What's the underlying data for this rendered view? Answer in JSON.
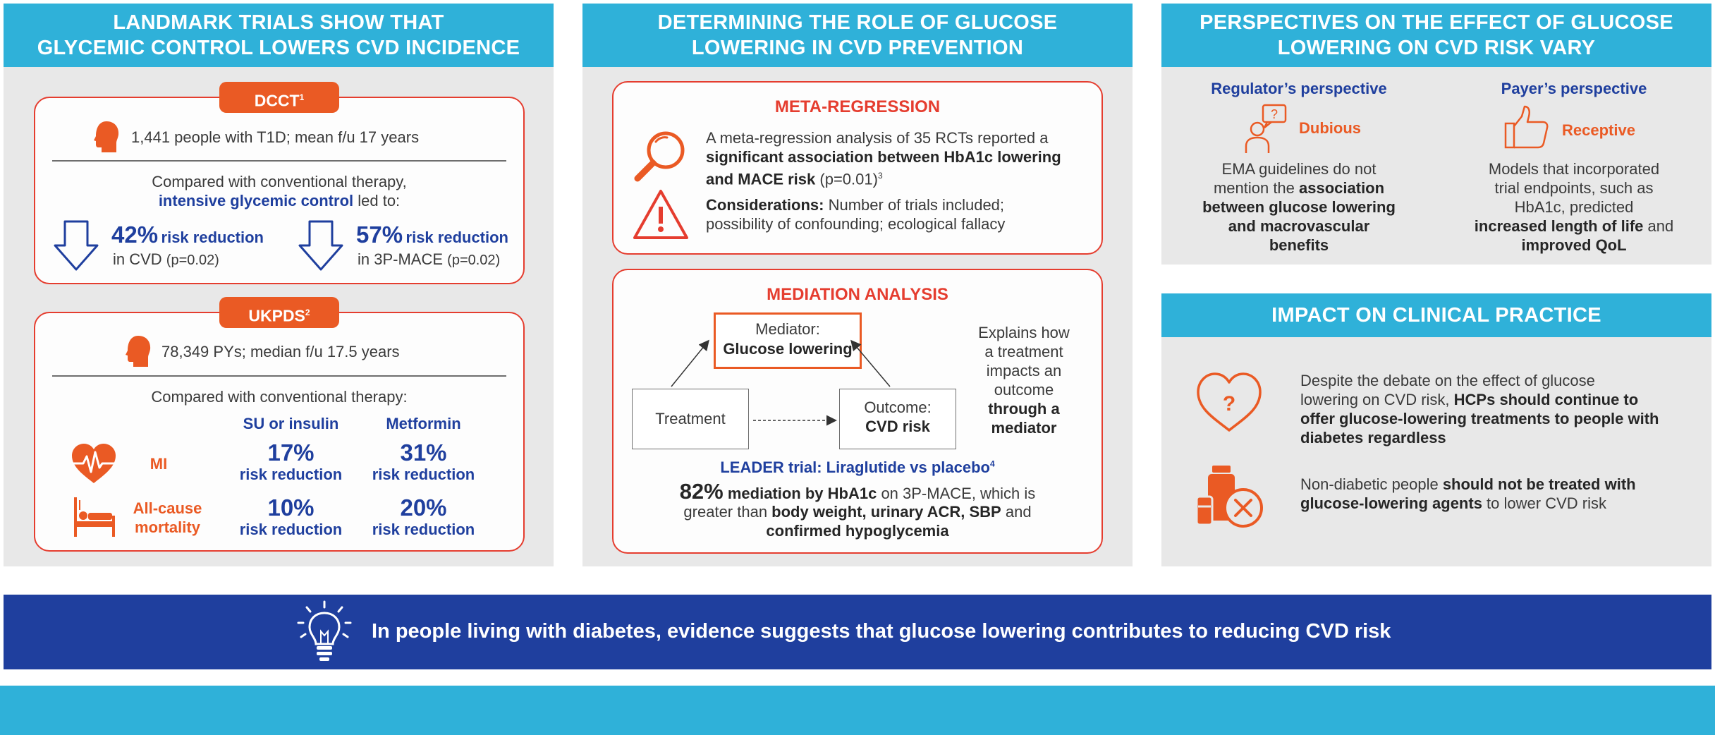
{
  "colors": {
    "header": "#2fb1d9",
    "navy": "#1f3f9e",
    "orange": "#ea5a24",
    "red": "#e53d2f",
    "panel": "#e8e8e8"
  },
  "left": {
    "header_line1": "LANDMARK TRIALS SHOW THAT",
    "header_line2": "GLYCEMIC CONTROL LOWERS CVD INCIDENCE",
    "dcct": {
      "tag": "DCCT",
      "tag_sup": "1",
      "people": "1,441 people with T1D; mean f/u 17 years",
      "compared": "Compared with conventional therapy,",
      "intensive": "intensive glycemic control",
      "led_to": " led to:",
      "r1_pct": "42%",
      "r1_label": "risk reduction",
      "r1_sub": "in CVD ",
      "r1_p": "(p=0.02)",
      "r2_pct": "57%",
      "r2_label": "risk reduction",
      "r2_sub": "in 3P-MACE ",
      "r2_p": "(p=0.02)"
    },
    "ukpds": {
      "tag": "UKPDS",
      "tag_sup": "2",
      "people": "78,349 PYs; median f/u 17.5 years",
      "compared": "Compared with conventional therapy:",
      "col1": "SU or insulin",
      "col2": "Metformin",
      "row1": "MI",
      "row1_v1": "17%",
      "row1_v2": "31%",
      "row2_line1": "All-cause",
      "row2_line2": "mortality",
      "row2_v1": "10%",
      "row2_v2": "20%",
      "rr": "risk reduction"
    }
  },
  "middle": {
    "header_line1": "DETERMINING THE ROLE OF GLUCOSE",
    "header_line2": "LOWERING IN CVD PREVENTION",
    "meta": {
      "title": "META-REGRESSION",
      "l1": "A meta-regression analysis of 35 RCTs reported a",
      "l2": "significant association between HbA1c lowering",
      "l3a": "and MACE risk",
      "l3b": " (p=0.01)",
      "l3sup": "3",
      "cons_bold": "Considerations:",
      "cons_rest": " Number of trials included;",
      "cons_l2": "possibility of confounding; ecological fallacy"
    },
    "mediation": {
      "title": "MEDIATION ANALYSIS",
      "mediator_l1": "Mediator:",
      "mediator_l2": "Glucose lowering",
      "treatment": "Treatment",
      "outcome_l1": "Outcome:",
      "outcome_l2": "CVD risk",
      "explains_l1": "Explains how",
      "explains_l2": "a treatment",
      "explains_l3": "impacts an",
      "explains_l4": "outcome",
      "explains_l5": "through a",
      "explains_l6": "mediator",
      "leader": "LEADER trial: Liraglutide vs placebo",
      "leader_sup": "4",
      "pct": "82%",
      "l1_bold": " mediation by HbA1c",
      "l1_rest": " on 3P-MACE, which is",
      "l2_a": "greater than ",
      "l2_b": "body weight, urinary ACR, SBP",
      "l2_c": " and",
      "l3": "confirmed hypoglycemia"
    }
  },
  "right": {
    "header_line1": "PERSPECTIVES ON THE EFFECT OF GLUCOSE",
    "header_line2": "LOWERING ON CVD RISK VARY",
    "regulator": {
      "title": "Regulator’s perspective",
      "badge": "Dubious",
      "l1": "EMA guidelines do not",
      "l2a": "mention the ",
      "l2b": "association",
      "l3": "between glucose lowering",
      "l4": "and macrovascular",
      "l5": "benefits"
    },
    "payer": {
      "title": "Payer’s perspective",
      "badge": "Receptive",
      "l1": "Models that incorporated",
      "l2": "trial endpoints, such as",
      "l3": "HbA1c, predicted",
      "l4a": "increased length of life",
      "l4b": " and",
      "l5": "improved QoL"
    },
    "impact": {
      "header": "IMPACT ON CLINICAL PRACTICE",
      "p1_l1": "Despite the debate on the effect of glucose",
      "p1_l2a": "lowering on CVD risk, ",
      "p1_l2b": "HCPs should continue to",
      "p1_l3": "offer glucose-lowering treatments to people with",
      "p1_l4": "diabetes regardless",
      "p2_l1a": "Non-diabetic people ",
      "p2_l1b": "should not be treated with",
      "p2_l2a": "glucose-lowering agents",
      "p2_l2b": " to lower CVD risk"
    }
  },
  "banner": {
    "text": "In people living with diabetes, evidence suggests that glucose lowering contributes to reducing CVD risk"
  },
  "icons": [
    "head-icon",
    "arrow-down-icon",
    "heart-ecg-icon",
    "hospital-bed-icon",
    "magnifier-icon",
    "warning-icon",
    "person-question-icon",
    "thumbs-up-icon",
    "heart-question-icon",
    "medicine-cross-icon",
    "lightbulb-icon"
  ]
}
